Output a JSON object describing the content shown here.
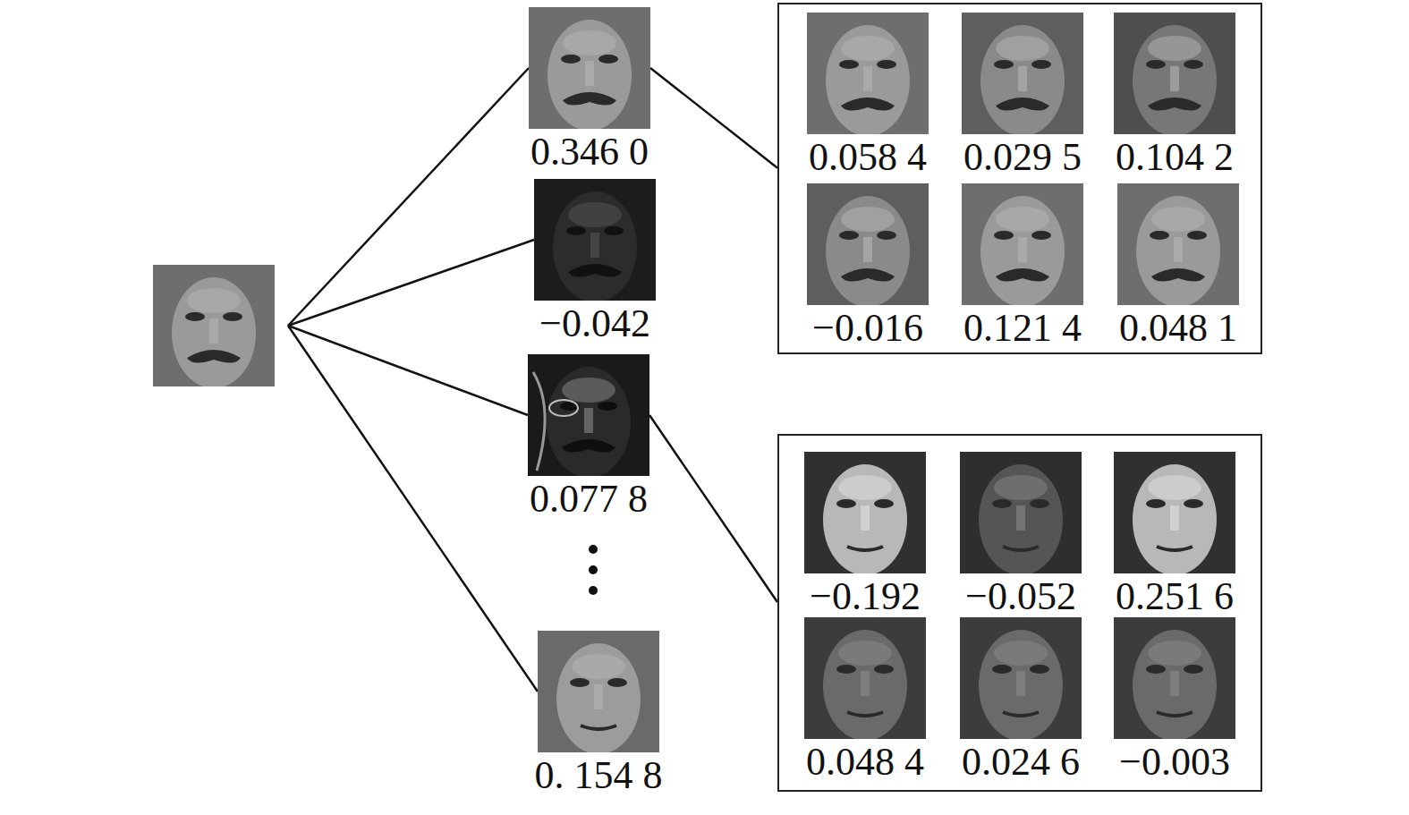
{
  "diagram": {
    "nodes": [
      {
        "text": []
      },
      {
        "text": [
          "0.346 0"
        ]
      },
      {
        "text": [
          "−0.042"
        ]
      },
      {
        "text": [
          "0.077 8"
        ]
      },
      {
        "text": [
          "0. 154 8"
        ]
      },
      {
        "text": []
      },
      {
        "text": [
          "0.058 4"
        ],
        "in": 5
      },
      {
        "text": [
          "0.029 5"
        ],
        "in": 5
      },
      {
        "text": [
          "0.104 2"
        ],
        "in": 5
      },
      {
        "text": [
          "−0.016"
        ],
        "in": 5
      },
      {
        "text": [
          "0.121 4"
        ],
        "in": 5
      },
      {
        "text": [
          "0.048 1"
        ],
        "in": 5
      },
      {
        "text": []
      },
      {
        "text": [
          "−0.192"
        ],
        "in": 12
      },
      {
        "text": [
          "−0.052"
        ],
        "in": 12
      },
      {
        "text": [
          "0.251 6"
        ],
        "in": 12
      },
      {
        "text": [
          "0.048 4"
        ],
        "in": 12
      },
      {
        "text": [
          "0.024 6"
        ],
        "in": 12
      },
      {
        "text": [
          "−0.003"
        ],
        "in": 12
      }
    ],
    "edges": [
      {
        "from": 0,
        "to": 1,
        "arrow": "none"
      },
      {
        "from": 0,
        "to": 2,
        "arrow": "none"
      },
      {
        "from": 0,
        "to": 3,
        "arrow": "none"
      },
      {
        "from": 0,
        "to": 4,
        "arrow": "none"
      },
      {
        "from": 1,
        "to": 5,
        "arrow": "none"
      },
      {
        "from": 3,
        "to": 12,
        "arrow": "none"
      }
    ]
  }
}
